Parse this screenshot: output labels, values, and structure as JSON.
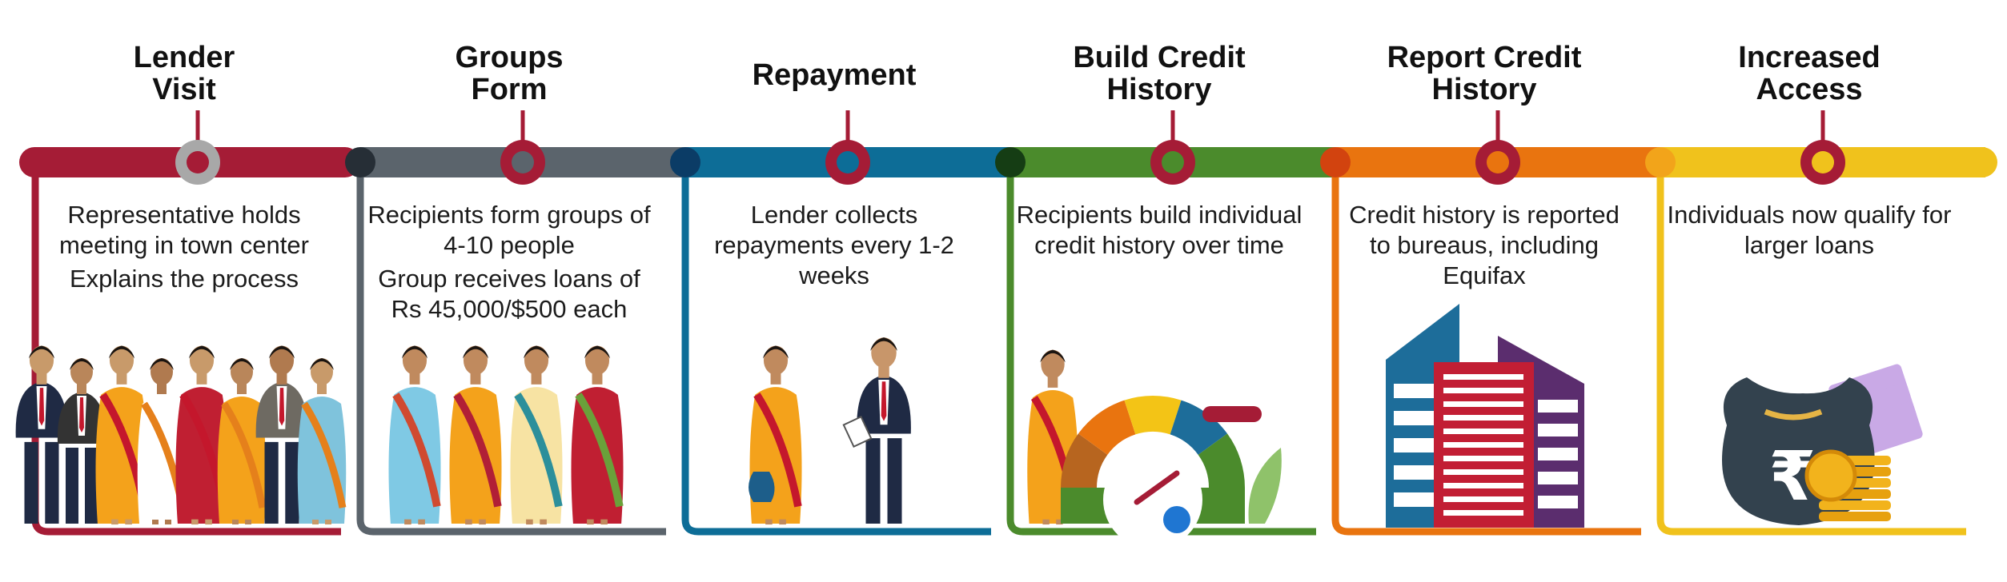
{
  "steps": [
    {
      "id": "lender-visit",
      "title": [
        "Lender",
        "Visit"
      ],
      "description": [
        "Representative holds meeting in town center",
        "Explains the process"
      ],
      "color": "#a51c36",
      "cap_color": "#ffffff",
      "node_ring": "#a8a8a8",
      "illustration": "crowd-of-villagers-illustration"
    },
    {
      "id": "groups-form",
      "title": [
        "Groups",
        "Form"
      ],
      "description": [
        "Recipients form groups of 4-10 people",
        "Group receives loans of Rs 45,000/$500 each"
      ],
      "color": "#5b646c",
      "cap_color": "#262e36",
      "node_ring": "#a51c36",
      "illustration": "group-of-women-illustration"
    },
    {
      "id": "repayment",
      "title": [
        "Repayment"
      ],
      "description": [
        "Lender collects repayments every 1-2 weeks"
      ],
      "color": "#0d6d97",
      "cap_color": "#0b3c66",
      "node_ring": "#a51c36",
      "illustration": "woman-and-lender-illustration"
    },
    {
      "id": "build-credit-history",
      "title": [
        "Build Credit",
        "History"
      ],
      "description": [
        "Recipients build individual credit history over time"
      ],
      "color": "#4b8b2c",
      "cap_color": "#153d14",
      "node_ring": "#a51c36",
      "illustration": "credit-score-gauge-illustration"
    },
    {
      "id": "report-credit-history",
      "title": [
        "Report Credit",
        "History"
      ],
      "description": [
        "Credit history is reported to bureaus, including Equifax"
      ],
      "color": "#e9740f",
      "cap_color": "#d2430f",
      "node_ring": "#a51c36",
      "illustration": "bureau-buildings-illustration"
    },
    {
      "id": "increased-access",
      "title": [
        "Increased",
        "Access"
      ],
      "description": [
        "Individuals now qualify for larger loans"
      ],
      "color": "#f0c21c",
      "cap_color": "#f2a41a",
      "node_ring": "#a51c36",
      "illustration": "money-bag-and-coins-illustration"
    }
  ]
}
